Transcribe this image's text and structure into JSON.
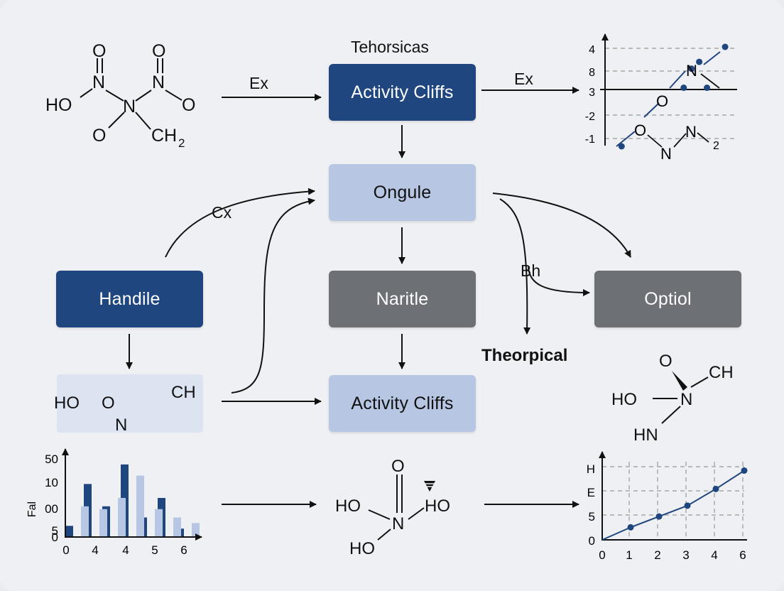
{
  "title": "Tehorsicas",
  "boxes": {
    "activity_cliffs_top": "Activity Cliffs",
    "ongule": "Ongule",
    "handile": "Handile",
    "naritle": "Naritle",
    "optiol": "Optiol",
    "activity_cliffs_bottom": "Activity Cliffs"
  },
  "edge_labels": {
    "ex_left": "Ex",
    "ex_right": "Ex",
    "cx": "Cx",
    "bh": "Bh",
    "theorpical": "Theorpical"
  },
  "molecules": {
    "top_left": {
      "o1": "O",
      "n1": "N",
      "o2": "O",
      "n2": "N",
      "o3": "O",
      "ho": "HO",
      "n_center": "N",
      "o_low": "O",
      "ch": "CH",
      "ch_sub": "2"
    },
    "panel": {
      "ho": "HO",
      "o": "O",
      "ch": "CH",
      "n": "N"
    },
    "right": {
      "o": "O",
      "ch": "CH",
      "ho": "HO",
      "n": "N",
      "hn": "HN"
    },
    "bottom_center": {
      "o": "O",
      "ho_left": "HO",
      "n": "N",
      "ho_right": "HO",
      "ho_low": "HO"
    }
  },
  "chart_data": [
    {
      "type": "scatter",
      "y_tick_labels": [
        "4",
        "8",
        "3",
        "-2",
        "-1"
      ],
      "inline_labels": [
        "N",
        "O",
        "O",
        "N",
        "N",
        "2"
      ],
      "points_description_values": [
        [
          0.2,
          -1.3
        ],
        [
          2.6,
          3.0
        ],
        [
          2.9,
          4.4
        ],
        [
          3.2,
          4.9
        ],
        [
          3.5,
          3.0
        ],
        [
          4.2,
          6.0
        ]
      ]
    },
    {
      "type": "bar",
      "ylabel": "Fal",
      "y_tick_labels": [
        "50",
        "10",
        "00",
        "5",
        "0"
      ],
      "x_tick_labels": [
        "0",
        "4",
        "4",
        "5",
        "6"
      ],
      "series": [
        {
          "values": [
            4,
            19,
            11,
            26,
            7,
            14,
            3
          ]
        },
        {
          "values": [
            11,
            10,
            14,
            22,
            10,
            7,
            5
          ]
        }
      ]
    },
    {
      "type": "line",
      "y_tick_labels": [
        "H",
        "E",
        "5",
        "0"
      ],
      "x_tick_labels": [
        "0",
        "1",
        "2",
        "3",
        "4",
        "6"
      ],
      "x": [
        0,
        1,
        2,
        3,
        4,
        5
      ],
      "y": [
        0,
        0.75,
        1.4,
        2.05,
        3.05,
        4.15
      ],
      "grid": true
    }
  ],
  "colors": {
    "dark_blue": "#1f467f",
    "light_blue": "#b7c6e2",
    "gray": "#6d7176",
    "panel": "#dde4f1"
  }
}
